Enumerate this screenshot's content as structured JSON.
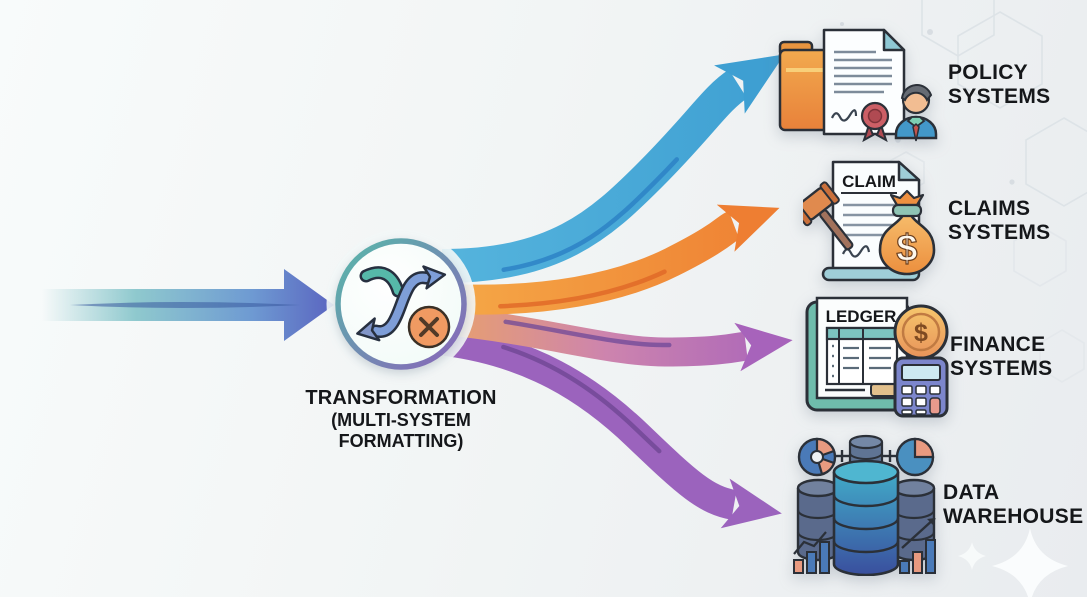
{
  "colors": {
    "bg_left": "#f8fbfb",
    "bg_right": "#e9ecef",
    "text": "#15171a",
    "outline": "#2b3038",
    "arrow_input_teal": "#8fc9ce",
    "arrow_input_indigo": "#5a64c0",
    "arrow_input_streak": "#39599e",
    "arrow_blue": "#47a6d7",
    "arrow_blue_streak": "#2b7fc4",
    "arrow_orange": "#f5a847",
    "arrow_orange_head": "#ee7e32",
    "arrow_orange_streak": "#e06a28",
    "arrow_pink": "#cd84ae",
    "arrow_pink_streak": "#6d4898",
    "arrow_purple": "#9b63bd",
    "arrow_purple_streak": "#6f4694",
    "ring_teal": "#56b9a9",
    "ring_purple": "#8a64ba",
    "node_fill": "#effaf6",
    "badge_orange": "#f09a62",
    "deco_line": "#dde3e7"
  },
  "transformation": {
    "line1": "TRANSFORMATION",
    "line2": "(MULTI-SYSTEM",
    "line3": "FORMATTING)"
  },
  "targets": [
    {
      "id": "policy",
      "label_line1": "POLICY",
      "label_line2": "SYSTEMS",
      "icon": "policy-folder-document-agent-icon"
    },
    {
      "id": "claims",
      "label_line1": "CLAIMS",
      "label_line2": "SYSTEMS",
      "icon": "claim-document-gavel-moneybag-icon",
      "doc_title": "CLAIM",
      "moneybag_symbol": "$"
    },
    {
      "id": "finance",
      "label_line1": "FINANCE",
      "label_line2": "SYSTEMS",
      "icon": "ledger-coin-calculator-icon",
      "ledger_title": "LEDGER",
      "coin_symbol": "$"
    },
    {
      "id": "warehouse",
      "label_line1": "DATA",
      "label_line2": "WAREHOUSE",
      "icon": "database-analytics-icon"
    }
  ]
}
